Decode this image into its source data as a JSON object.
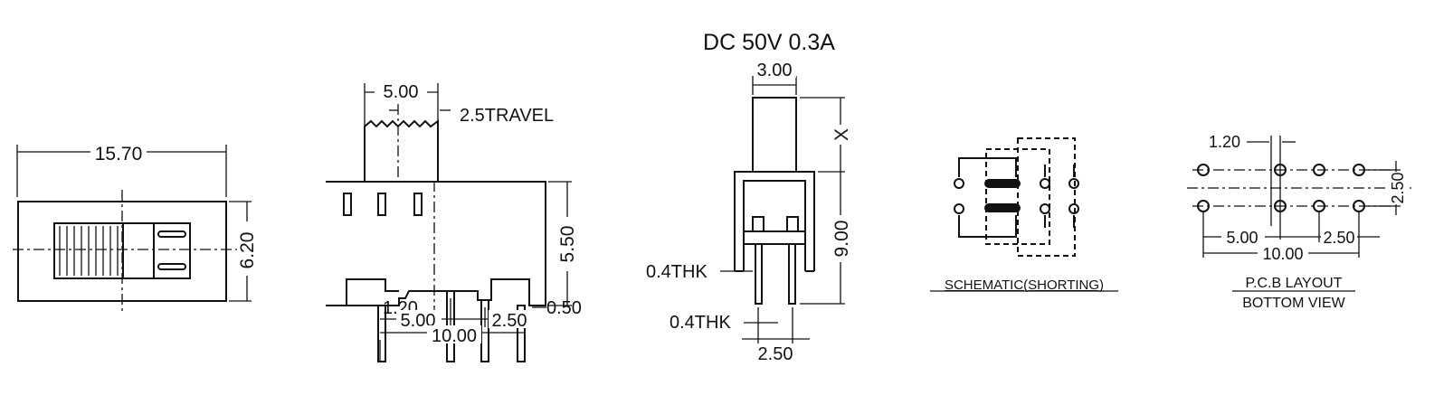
{
  "title": "DC  50V  0.3A",
  "top_view": {
    "width_dim": "15.70",
    "height_dim": "6.20"
  },
  "front_view": {
    "actuator_dim": "5.00",
    "travel": "2.5TRAVEL",
    "height_dim": "5.50",
    "pin_width": "1.20",
    "pitch_a": "5.00",
    "pitch_b": "2.50",
    "pin_thk": "0.50",
    "span": "10.00"
  },
  "side_view": {
    "actuator_dim": "3.00",
    "x_dim": "X",
    "height_dim": "9.00",
    "thk_1": "0.4THK",
    "thk_2": "0.4THK",
    "pitch": "2.50"
  },
  "schematic": {
    "label": "SCHEMATIC(SHORTING)"
  },
  "pcb": {
    "label_1": "P.C.B LAYOUT",
    "label_2": "BOTTOM VIEW",
    "hole_dim": "1.20",
    "pitch_a": "5.00",
    "pitch_b": "2.50",
    "span": "10.00",
    "row_pitch": "2.50"
  }
}
